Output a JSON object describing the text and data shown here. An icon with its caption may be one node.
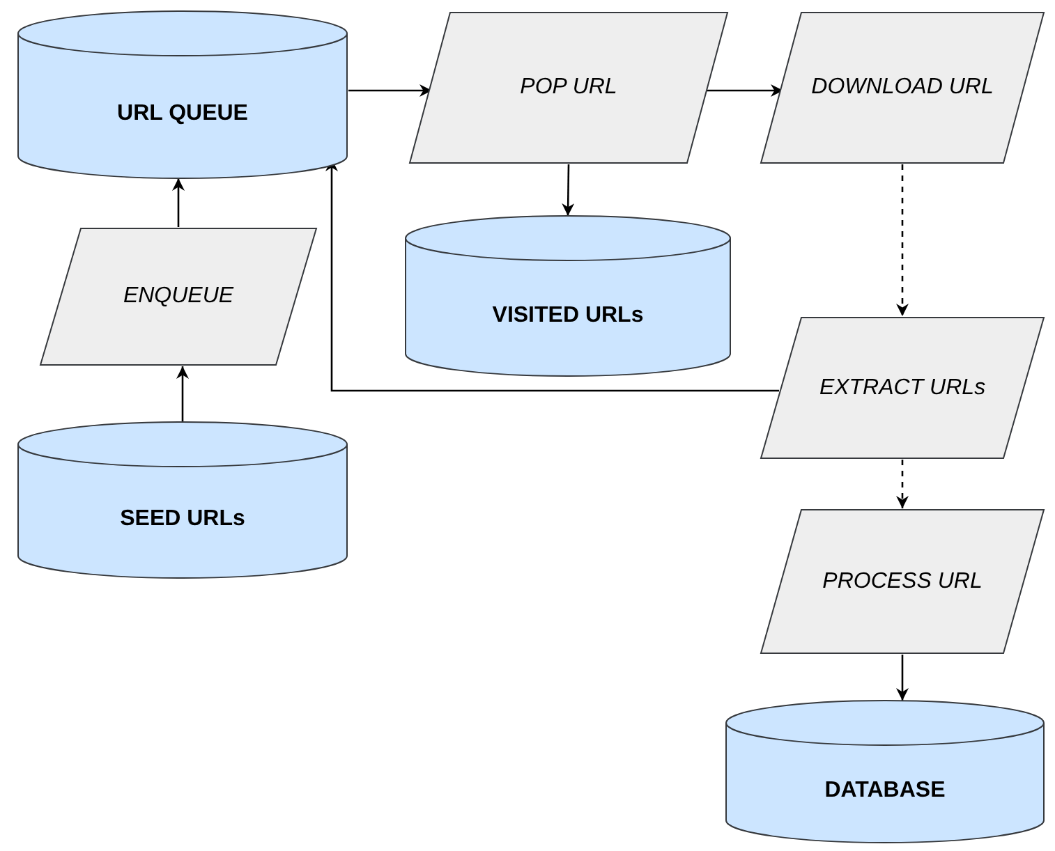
{
  "diagram": {
    "nodes": [
      {
        "text": [
          "URL QUEUE"
        ]
      },
      {
        "text": [
          "POP URL"
        ]
      },
      {
        "text": [
          "DOWNLOAD URL"
        ]
      },
      {
        "text": [
          "VISITED URLs"
        ]
      },
      {
        "text": [
          "ENQUEUE"
        ]
      },
      {
        "text": [
          "EXTRACT URLs"
        ]
      },
      {
        "text": [
          "SEED URLs"
        ]
      },
      {
        "text": [
          "PROCESS URL"
        ]
      },
      {
        "text": [
          "DATABASE"
        ]
      }
    ],
    "edges": [
      {
        "from": 0,
        "to": 1,
        "arrow": "to"
      },
      {
        "from": 1,
        "to": 2,
        "arrow": "to"
      },
      {
        "from": 1,
        "to": 3,
        "arrow": "to"
      },
      {
        "from": 2,
        "to": 5,
        "arrow": "to",
        "style": "dashed"
      },
      {
        "from": 5,
        "to": 0,
        "arrow": "to"
      },
      {
        "from": 4,
        "to": 0,
        "arrow": "to"
      },
      {
        "from": 6,
        "to": 4,
        "arrow": "to"
      },
      {
        "from": 5,
        "to": 7,
        "arrow": "to",
        "style": "dashed"
      },
      {
        "from": 7,
        "to": 8,
        "arrow": "to"
      }
    ]
  }
}
